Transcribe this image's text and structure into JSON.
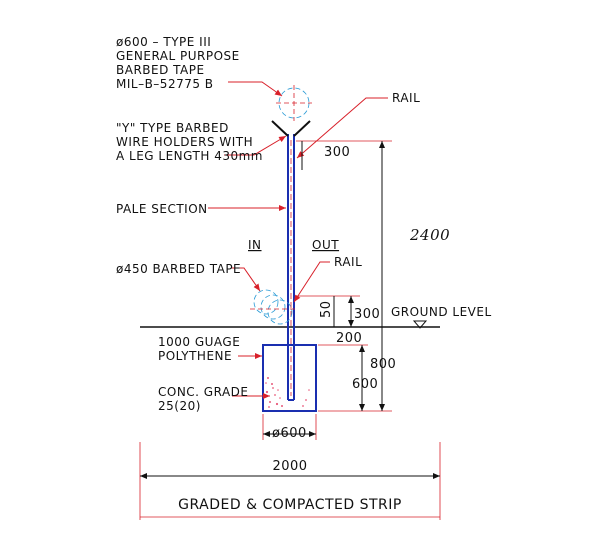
{
  "labels": {
    "tape_top_line1": "ø600 – TYPE III",
    "tape_top_line2": "GENERAL PURPOSE",
    "tape_top_line3": "BARBED TAPE",
    "tape_top_line4": "MIL–B–52775 B",
    "holder_line1": "\"Y\" TYPE BARBED",
    "holder_line2": "WIRE HOLDERS WITH",
    "holder_line3": "A LEG LENGTH 430mm",
    "pale_section": "PALE SECTION",
    "in": "IN",
    "out": "OUT",
    "tape_bottom": "ø450 BARBED TAPE",
    "rail_top": "RAIL",
    "rail_mid": "RAIL",
    "ground_level": "GROUND LEVEL",
    "polythene_line1": "1000 GUAGE",
    "polythene_line2": "POLYTHENE",
    "concrete_line1": "CONC. GRADE",
    "concrete_line2": "25(20)",
    "strip": "GRADED & COMPACTED STRIP"
  },
  "dimensions": {
    "d300_top": "300",
    "d2400": "2400",
    "d50": "50",
    "d300_gl": "300",
    "d200": "200",
    "d800": "800",
    "d600_depth": "600",
    "d600_width": "ø600",
    "d2000": "2000"
  },
  "colors": {
    "pale": "#1a2fb0",
    "leader": "#d8202a",
    "line": "#111111",
    "concrete": "#e85a7a"
  }
}
